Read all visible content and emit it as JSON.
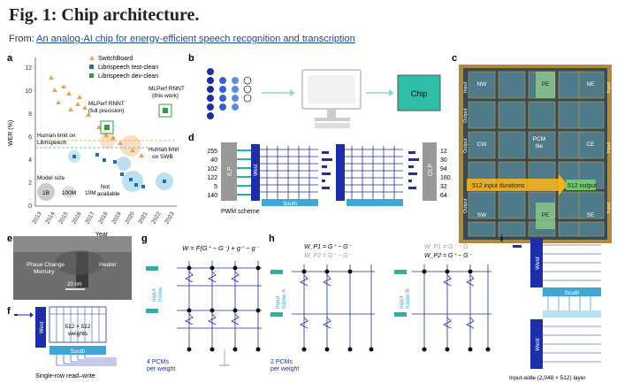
{
  "header": {
    "title": "Fig. 1: Chip architecture.",
    "from_prefix": "From: ",
    "from_link": "An analog-AI chip for energy-efficient speech recognition and transcription"
  },
  "panels": {
    "a": {
      "label": "a",
      "legend": [
        "SwitchBoard",
        "Librispeech test-clean",
        "Librispeech dev-clean"
      ],
      "ylabel": "WER (%)",
      "xlabel": "Year",
      "yticks": [
        "0",
        "2",
        "4",
        "6",
        "8",
        "10",
        "12"
      ],
      "xticks": [
        "2013",
        "2014",
        "2015",
        "2016",
        "2017",
        "2018",
        "2019",
        "2020",
        "2021",
        "2022",
        "2023"
      ],
      "annotations": {
        "human_libri": "Human limit on\nLibrispeech",
        "human_swb": "Human limit\non SWB",
        "mlperf_full": "MLPerf RNNT\n(full precision)",
        "mlperf_this": "MLPerf RNNT\n(this work)",
        "model_size": "Model size",
        "sizes": [
          "1B",
          "100M",
          "10M",
          "Not\navailable"
        ]
      }
    },
    "b": {
      "label": "b",
      "chip": "Chip"
    },
    "c": {
      "label": "c",
      "tiles": [
        "NW",
        "PE",
        "NE",
        "CW",
        "PCM\ntile",
        "CE",
        "SW",
        "PE",
        "SE"
      ],
      "io": [
        "Input",
        "Output"
      ],
      "arrow_in": "512 input durations",
      "arrow_out": "512 output"
    },
    "d": {
      "label": "d",
      "inputs": [
        "255",
        "40",
        "102",
        "122",
        "5",
        "140"
      ],
      "outputs": [
        "12",
        "30",
        "94",
        "160",
        "32",
        "64"
      ],
      "ilp": "ILP",
      "olp": "OLP",
      "west": "West",
      "south": "South",
      "pwm": "PWM scheme"
    },
    "e": {
      "label": "e",
      "pcm": "Phase Change\nMemory",
      "heater": "Heater",
      "scale": "20 nm"
    },
    "f": {
      "label": "f",
      "west": "West",
      "weights": "512 × 512\nweights",
      "south": "South",
      "caption": "Single-row read–write"
    },
    "g": {
      "label": "g",
      "eq": "W = F(G⁺ − G⁻) + g⁺ − g⁻",
      "input": "Input\nframe",
      "caption": "4 PCMs\nper weight"
    },
    "h": {
      "label": "h",
      "eq_a": [
        "W_P1 = G⁺ − G⁻",
        "W_P2 = G⁺ − G⁻"
      ],
      "input_a": "Input\nframe A",
      "input_b": "Input\nframe B",
      "caption": "2 PCMs\nper weight"
    },
    "i": {
      "label": "i",
      "west": "West",
      "south": "South",
      "caption": "Input-wide (2,048 × 512) layer"
    }
  },
  "colors": {
    "accent_blue": "#1c2fa8",
    "light_blue": "#3fa6d8",
    "cyan": "#1fb5ad",
    "orange": "#f0a04b",
    "green": "#2e9e3e",
    "gold": "#c8a040"
  }
}
